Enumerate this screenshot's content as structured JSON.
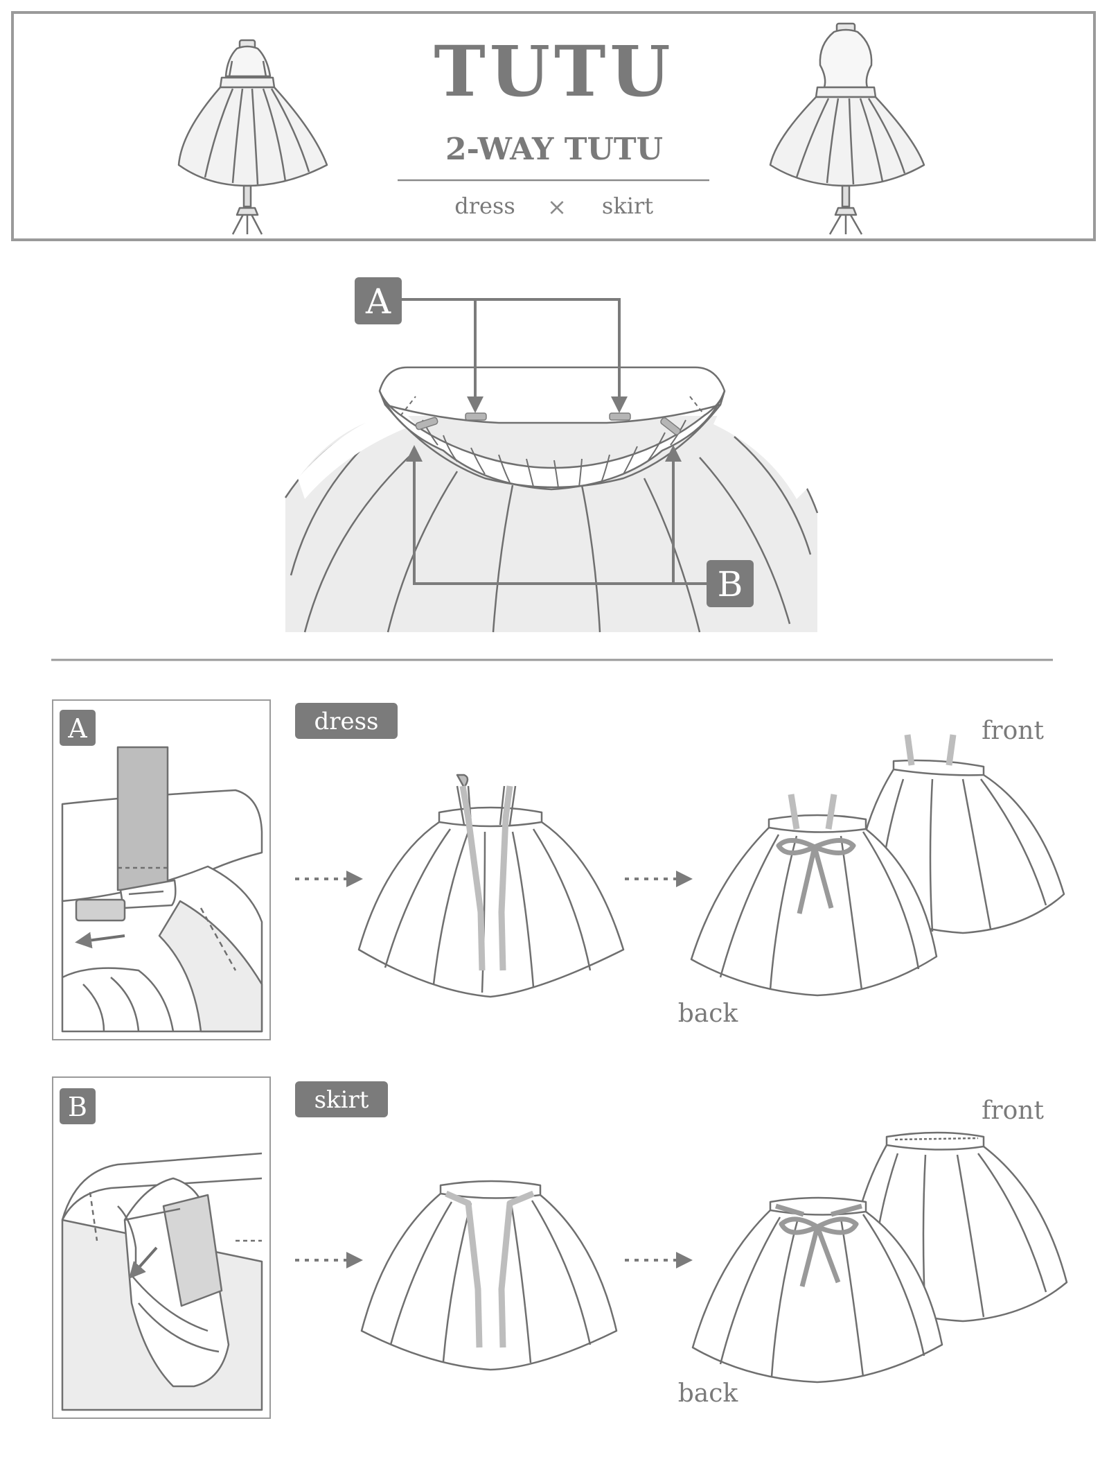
{
  "header": {
    "title": "TUTU",
    "subtitle": "2-WAY TUTU",
    "mode_left": "dress",
    "mode_sep": "×",
    "mode_right": "skirt"
  },
  "callouts": {
    "a": "A",
    "b": "B"
  },
  "dress_row": {
    "badge": "A",
    "tag": "dress",
    "front": "front",
    "back": "back"
  },
  "skirt_row": {
    "badge": "B",
    "tag": "skirt",
    "front": "front",
    "back": "back"
  },
  "colors": {
    "line": "#6f6f6f",
    "dark": "#7b7b7b",
    "fill": "#ececec",
    "strap": "#bdbdbd",
    "text": "#7a7a7a"
  }
}
